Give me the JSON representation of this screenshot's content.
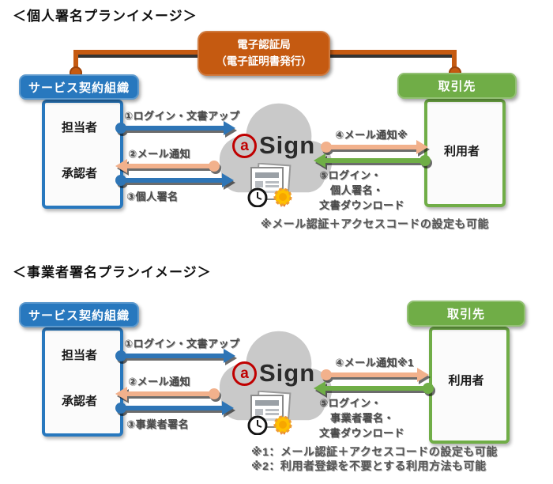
{
  "colors": {
    "blue": "#2878BE",
    "arrow_blue": "#2E75B6",
    "orange": "#C55A11",
    "green": "#70AD47",
    "peach": "#F2B18C",
    "cloud_gray": "#C9C9C9",
    "logo_red": "#C00000",
    "label_gray": "#4a4a4a"
  },
  "icons": {
    "cloud-icon": "gray-cloud-css-shape",
    "document-stamp-icon": "svg-document-with-clock-and-seal",
    "connector-dot": "orange-circle"
  },
  "sections": [
    {
      "title": "＜個人署名プランイメージ＞",
      "ca": {
        "line1": "電子認証局",
        "line2": "（電子証明書発行）"
      },
      "org": {
        "header": "サービス契約組織",
        "role_top": "担当者",
        "role_bottom": "承認者"
      },
      "partner": {
        "header": "取引先",
        "role": "利用者"
      },
      "cloud": {
        "logo_a": "a",
        "logo_rest": "Sign"
      },
      "steps": {
        "s1": "①ログイン・文書アップ",
        "s2": "②メール通知",
        "s3": "③個人署名",
        "s4": "④メール通知※",
        "s5_lines": [
          "⑤ログイン・",
          "個人署名・",
          "文書ダウンロード"
        ]
      },
      "notes": [
        "※メール認証＋アクセスコードの設定も可能"
      ]
    },
    {
      "title": "＜事業者署名プランイメージ＞",
      "org": {
        "header": "サービス契約組織",
        "role_top": "担当者",
        "role_bottom": "承認者"
      },
      "partner": {
        "header": "取引先",
        "role": "利用者"
      },
      "cloud": {
        "logo_a": "a",
        "logo_rest": "Sign"
      },
      "steps": {
        "s1": "①ログイン・文書アップ",
        "s2": "②メール通知",
        "s3": "③事業者署名",
        "s4": "④メール通知※1",
        "s5_lines": [
          "⑤ログイン・",
          "事業者署名・",
          "文書ダウンロード"
        ]
      },
      "notes": [
        "※1：メール認証＋アクセスコードの設定も可能",
        "※2：利用者登録を不要とする利用方法も可能"
      ]
    }
  ]
}
